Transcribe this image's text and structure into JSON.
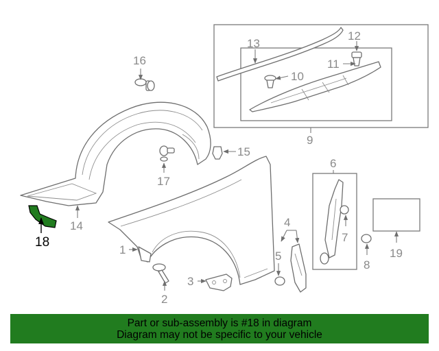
{
  "callouts": {
    "c1": "1",
    "c2": "2",
    "c3": "3",
    "c4": "4",
    "c5": "5",
    "c6": "6",
    "c7": "7",
    "c8": "8",
    "c9": "9",
    "c10": "10",
    "c11": "11",
    "c12": "12",
    "c13": "13",
    "c14": "14",
    "c15": "15",
    "c16": "16",
    "c17": "17",
    "c18": "18",
    "c19": "19"
  },
  "highlight": {
    "part": "18",
    "color": "#217c1f"
  },
  "banner": {
    "line1": "Part or sub-assembly is #18 in diagram",
    "line2": "Diagram may not be specific to your vehicle",
    "background": "#217c1f"
  }
}
